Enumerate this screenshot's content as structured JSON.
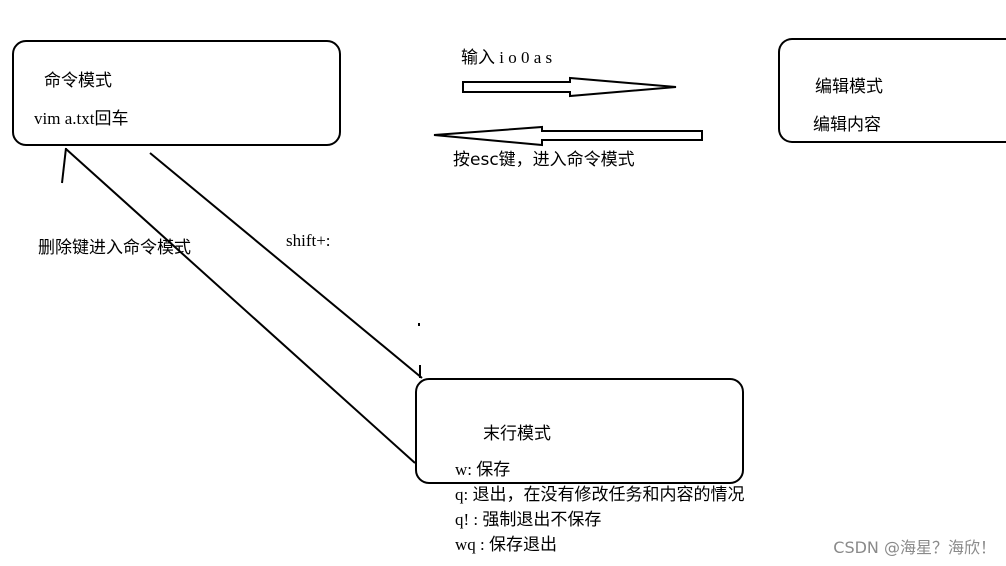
{
  "command_mode": {
    "title": "命令模式",
    "enter_cmd": "vim  a.txt回车"
  },
  "edit_mode": {
    "title": "编辑模式",
    "subtitle": "编辑内容"
  },
  "last_line_mode": {
    "title": "末行模式",
    "w": "w: 保存",
    "q": "q: 退出，在没有修改任务和内容的情况",
    "q_force": "q! : 强制退出不保存",
    "wq": "wq : 保存退出"
  },
  "arrows": {
    "to_edit": "输入 i  o  0 a  s",
    "to_command": "按esc键，进入命令模式",
    "delete_to_command": "删除键进入命令模式",
    "shift": "shift+:"
  },
  "watermark": "CSDN @海星？海欣！"
}
